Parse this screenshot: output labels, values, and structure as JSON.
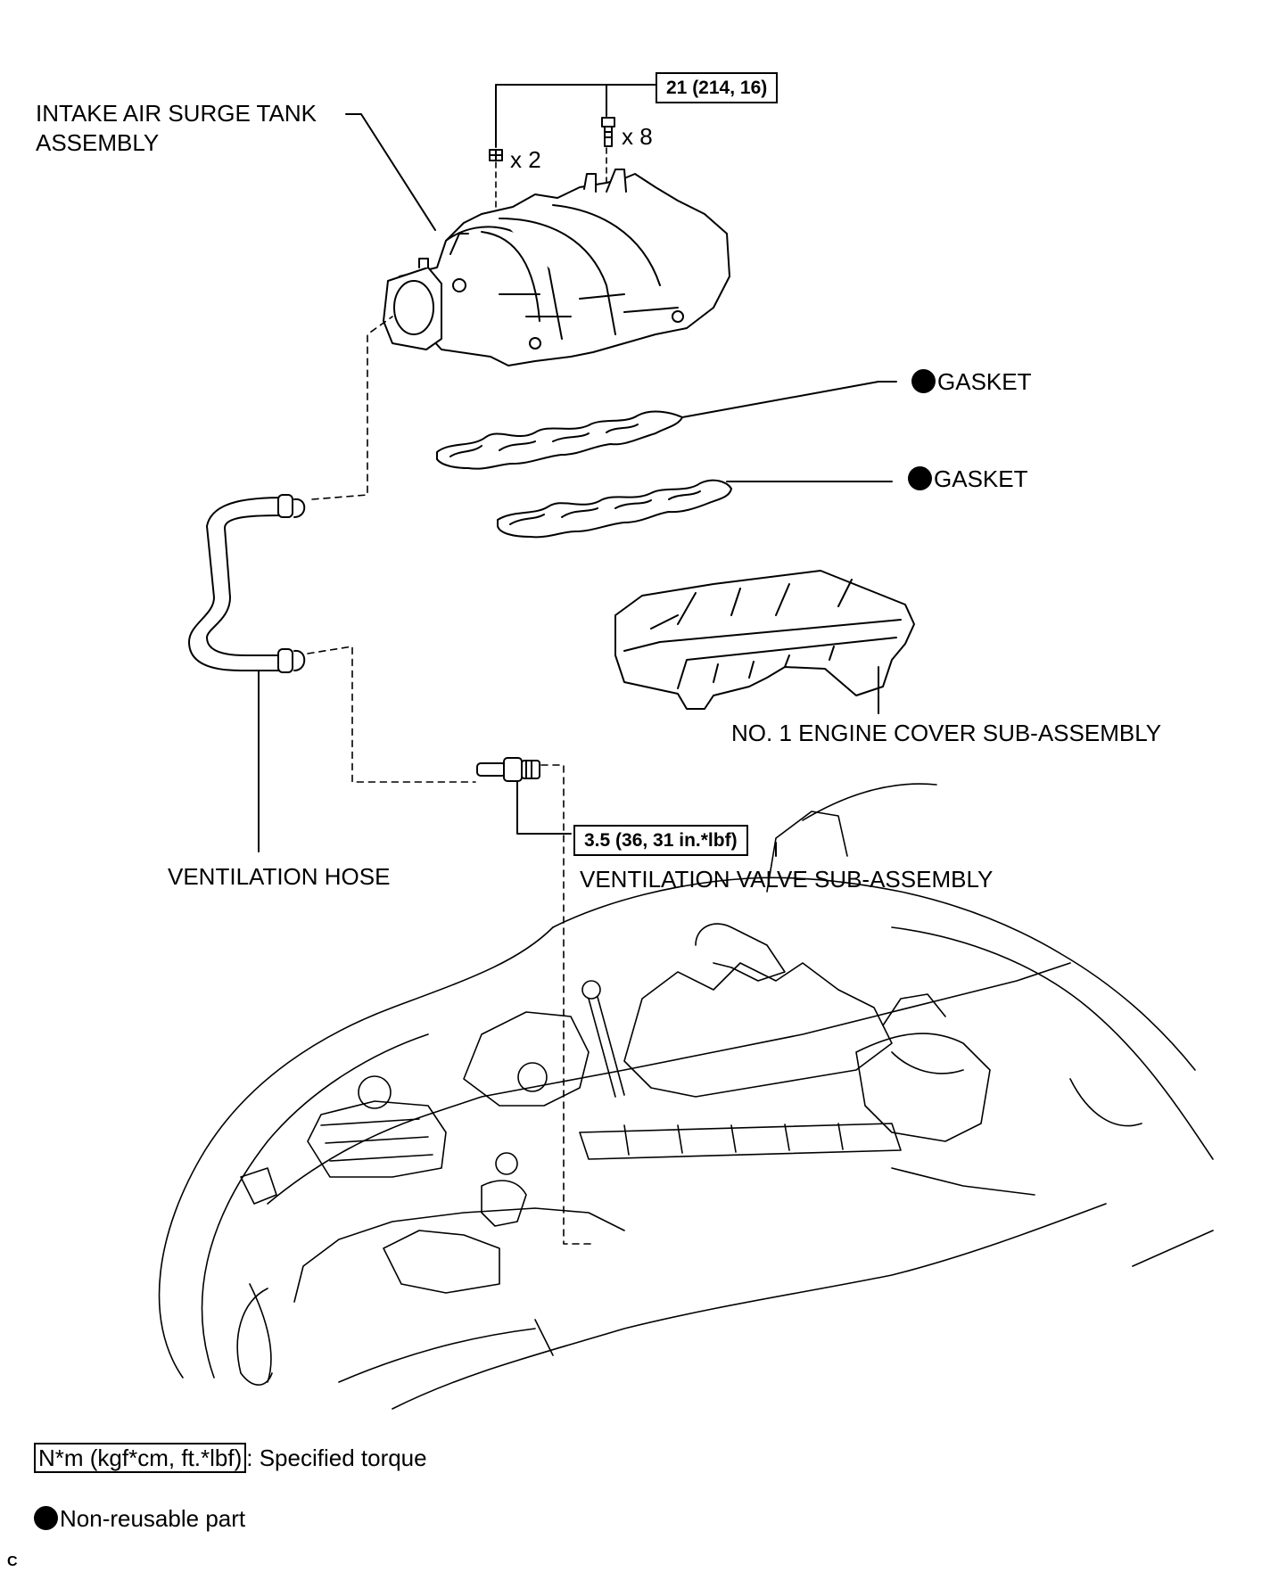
{
  "labels": {
    "intake_surge_tank_line1": "INTAKE AIR SURGE TANK",
    "intake_surge_tank_line2": "ASSEMBLY",
    "gasket_upper": "GASKET",
    "gasket_lower": "GASKET",
    "engine_cover": "NO. 1 ENGINE COVER SUB-ASSEMBLY",
    "ventilation_hose": "VENTILATION HOSE",
    "ventilation_valve": "VENTILATION VALVE SUB-ASSEMBLY",
    "qty_nuts": "x 2",
    "qty_bolts": "x 8"
  },
  "torque": {
    "surge_tank": "21 (214, 16)",
    "ventilation_valve": "3.5 (36, 31 in.*lbf)"
  },
  "legend": {
    "torque_unit": "N*m (kgf*cm, ft.*lbf)",
    "torque_desc": ": Specified torque",
    "nonreusable_desc": "Non-reusable part"
  },
  "corner_mark": "C"
}
